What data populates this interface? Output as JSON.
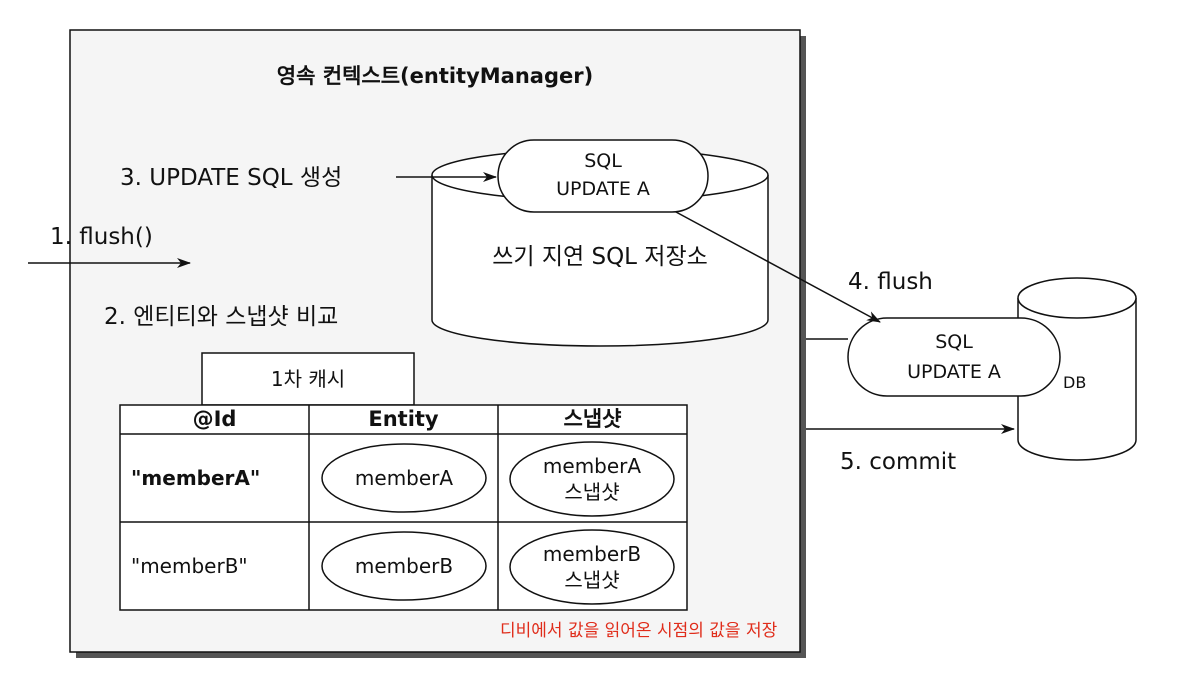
{
  "persistence_context": {
    "title": "영속 컨텍스트(entityManager)"
  },
  "steps": {
    "flush_call": "1. flush()",
    "compare": "2. 엔티티와 스냅샷 비교",
    "generate": "3. UPDATE SQL 생성",
    "flush": "4. flush",
    "commit": "5. commit"
  },
  "write_behind_store": {
    "label": "쓰기 지연 SQL 저장소",
    "sql_line1": "SQL",
    "sql_line2": "UPDATE A"
  },
  "db": {
    "label": "DB",
    "sql_line1": "SQL",
    "sql_line2": "UPDATE A"
  },
  "first_level_cache": {
    "tab": "1차 캐시",
    "headers": [
      "@Id",
      "Entity",
      "스냅샷"
    ],
    "rows": [
      {
        "id": "\"memberA\"",
        "entity": "memberA",
        "snapshot_line1": "memberA",
        "snapshot_line2": "스냅샷"
      },
      {
        "id": "\"memberB\"",
        "entity": "memberB",
        "snapshot_line1": "memberB",
        "snapshot_line2": "스냅샷"
      }
    ]
  },
  "note": "디비에서 값을 읽어온 시점의 값을 저장"
}
